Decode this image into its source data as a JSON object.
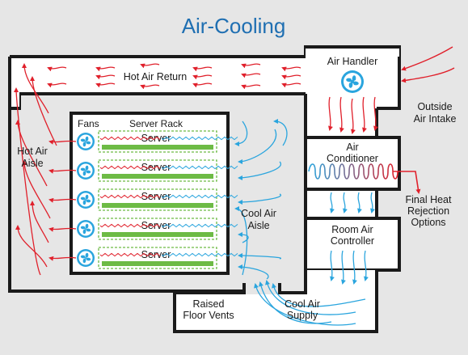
{
  "title": "Air-Cooling",
  "labels": {
    "hot_air_return": "Hot Air Return",
    "air_handler": "Air Handler",
    "outside_air_intake_1": "Outside",
    "outside_air_intake_2": "Air Intake",
    "fans": "Fans",
    "server_rack": "Server Rack",
    "hot_air_aisle_1": "Hot Air",
    "hot_air_aisle_2": "Aisle",
    "cool_air_aisle_1": "Cool Air",
    "cool_air_aisle_2": "Aisle",
    "air_conditioner_1": "Air",
    "air_conditioner_2": "Conditioner",
    "final_heat_1": "Final Heat",
    "final_heat_2": "Rejection",
    "final_heat_3": "Options",
    "room_air_controller_1": "Room Air",
    "room_air_controller_2": "Controller",
    "raised_floor_vents_1": "Raised",
    "raised_floor_vents_2": "Floor Vents",
    "cool_air_supply_1": "Cool Air",
    "cool_air_supply_2": "Supply"
  },
  "servers": [
    {
      "label": "Server"
    },
    {
      "label": "Server"
    },
    {
      "label": "Server"
    },
    {
      "label": "Server"
    },
    {
      "label": "Server"
    }
  ],
  "colors": {
    "title": "#1f6fb2",
    "duct": "#1a1a1a",
    "duct_fill": "#ffffff",
    "background": "#e6e6e6",
    "hot_air": "#e0202b",
    "cool_air": "#2aa5de",
    "server_bar": "#6dbb45",
    "rack_dash": "#6dbb45",
    "fan": "#2aa5de"
  }
}
